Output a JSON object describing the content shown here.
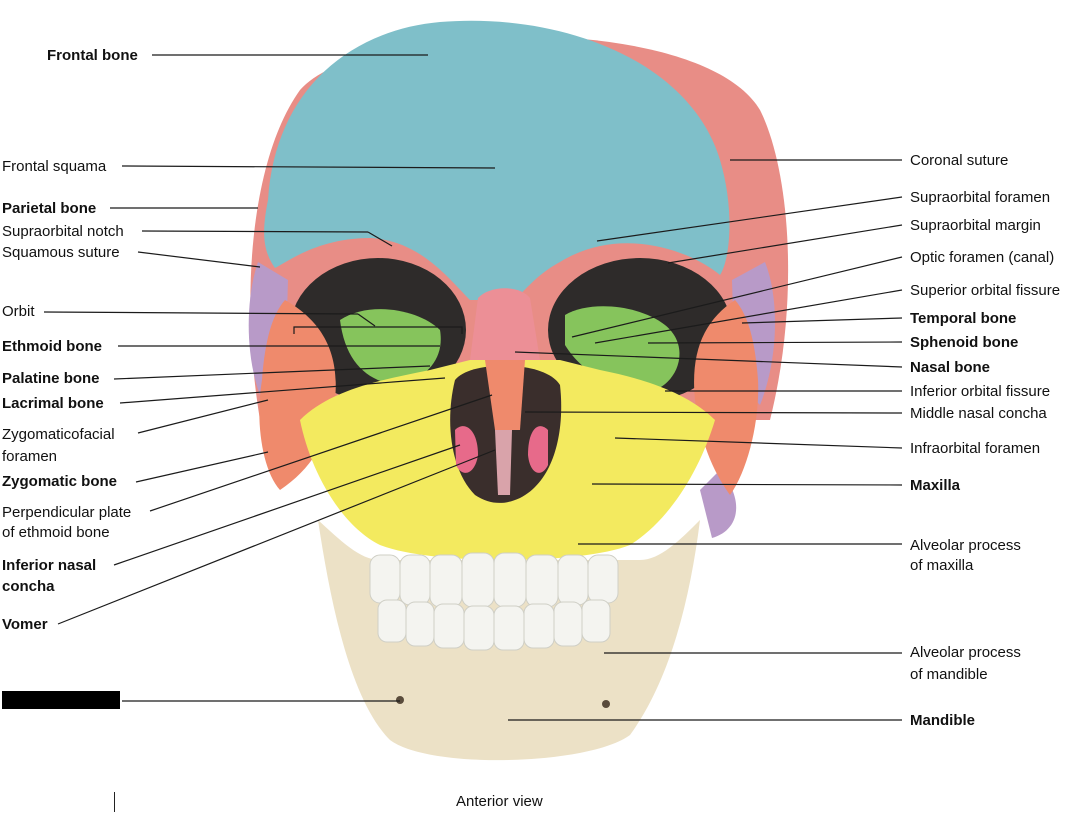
{
  "caption": "Anterior view",
  "colors": {
    "frontal": "#7fbfc9",
    "parietal": "#e88d86",
    "temporal": "#b89ac8",
    "sphenoid": "#86c45c",
    "zygomatic": "#ef8a6c",
    "maxilla": "#f3ea5f",
    "nasal": "#ec8f96",
    "mandible": "#ece1c6",
    "teeth": "#f4f4f0",
    "orbit": "#2b2b2b"
  },
  "left_labels": [
    {
      "text": "Frontal bone",
      "bold": true
    },
    {
      "text": "Frontal squama",
      "bold": false
    },
    {
      "text": "Parietal bone",
      "bold": true
    },
    {
      "text": "Supraorbital notch",
      "bold": false
    },
    {
      "text": "Squamous suture",
      "bold": false
    },
    {
      "text": "Orbit",
      "bold": false
    },
    {
      "text": "Ethmoid bone",
      "bold": true
    },
    {
      "text": "Palatine bone",
      "bold": true
    },
    {
      "text": "Lacrimal bone",
      "bold": true
    },
    {
      "text": "Zygomaticofacial",
      "bold": false
    },
    {
      "text": "foramen",
      "bold": false
    },
    {
      "text": "Zygomatic bone",
      "bold": true
    },
    {
      "text": "Perpendicular plate",
      "bold": false
    },
    {
      "text": "of ethmoid bone",
      "bold": false
    },
    {
      "text": "Inferior nasal",
      "bold": true
    },
    {
      "text": "concha",
      "bold": true
    },
    {
      "text": "Vomer",
      "bold": true
    }
  ],
  "right_labels": [
    {
      "text": "Coronal suture",
      "bold": false
    },
    {
      "text": "Supraorbital foramen",
      "bold": false
    },
    {
      "text": "Supraorbital margin",
      "bold": false
    },
    {
      "text": "Optic foramen (canal)",
      "bold": false
    },
    {
      "text": "Superior orbital fissure",
      "bold": false
    },
    {
      "text": "Temporal bone",
      "bold": true
    },
    {
      "text": "Sphenoid bone",
      "bold": true
    },
    {
      "text": "Nasal bone",
      "bold": true
    },
    {
      "text": "Inferior orbital fissure",
      "bold": false
    },
    {
      "text": "Middle nasal concha",
      "bold": false
    },
    {
      "text": "Infraorbital foramen",
      "bold": false
    },
    {
      "text": "Maxilla",
      "bold": true
    },
    {
      "text": "Alveolar process",
      "bold": false
    },
    {
      "text": "of maxilla",
      "bold": false
    },
    {
      "text": "Alveolar process",
      "bold": false
    },
    {
      "text": "of mandible",
      "bold": false
    },
    {
      "text": "Mandible",
      "bold": true
    }
  ]
}
